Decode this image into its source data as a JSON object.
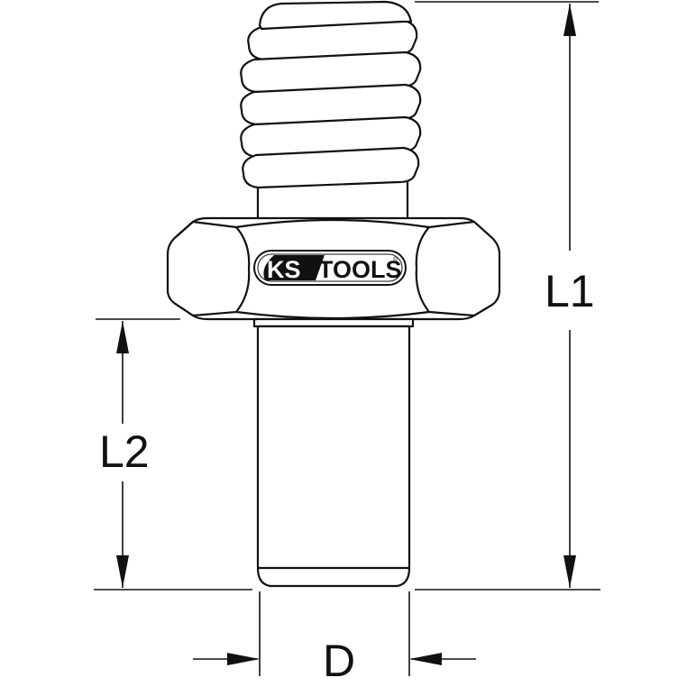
{
  "diagram": {
    "labels": {
      "length_total": "L1",
      "length_shank": "L2",
      "diameter": "D"
    },
    "logo": {
      "ks": "KS",
      "tools": "TOOLS",
      "registered": "®"
    },
    "colors": {
      "line": "#111111",
      "background": "#ffffff"
    }
  }
}
